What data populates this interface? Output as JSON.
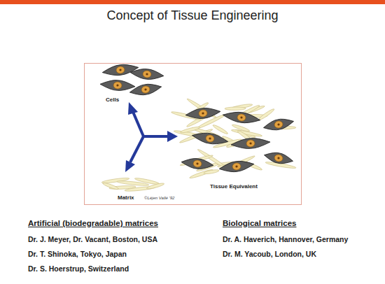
{
  "diagram": {
    "title": "Concept of Tissue Engineering",
    "labels": [
      "Cells",
      "Matrix",
      "Tissue Equivalent",
      "©Léjen Vallé '92",
      "Artificial (biodegradable) matrices",
      "Dr. J. Meyer, Dr. Vacant, Boston, USA",
      "Dr. T. Shinoka, Tokyo, Japan",
      "Dr. S. Hoerstrup, Switzerland",
      "Biological matrices",
      "Dr. A. Haverich, Hannover, Germany",
      "Dr. M. Yacoub, London, UK"
    ]
  }
}
